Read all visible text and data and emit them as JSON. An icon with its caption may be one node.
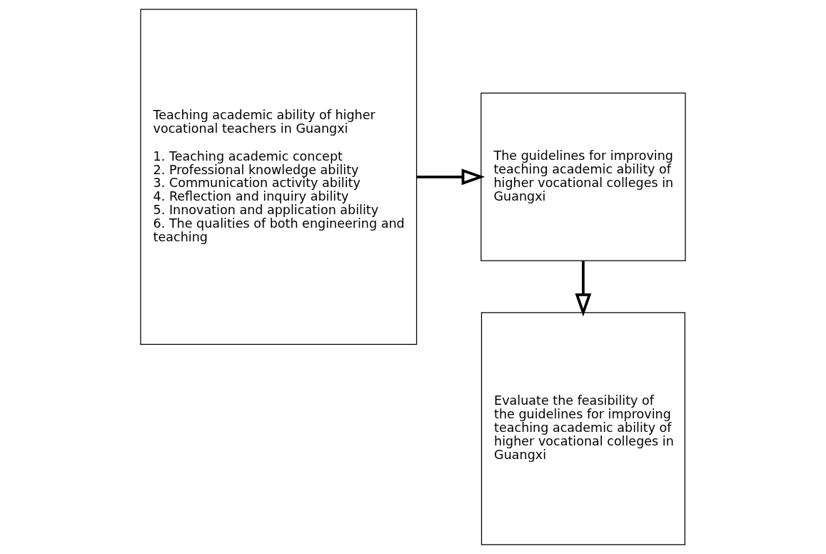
{
  "diagram": {
    "nodes": [
      {
        "text": [
          "Teaching academic ability of higher vocational teachers in Guangxi",
          "1. Teaching academic concept",
          "2. Professional knowledge ability",
          "3. Communication activity ability",
          "4. Reflection and inquiry ability",
          "5. Innovation and application ability",
          "6. The qualities of both engineering and teaching"
        ]
      },
      {
        "text": [
          "The guidelines for improving teaching academic ability of higher vocational colleges in Guangxi"
        ]
      },
      {
        "text": [
          "Evaluate the feasibility of the guidelines for improving teaching academic ability of higher vocational colleges in Guangxi"
        ]
      }
    ],
    "edges": [
      {
        "from": 0,
        "to": 1,
        "arrow": "to"
      },
      {
        "from": 1,
        "to": 2,
        "arrow": "to"
      }
    ]
  }
}
